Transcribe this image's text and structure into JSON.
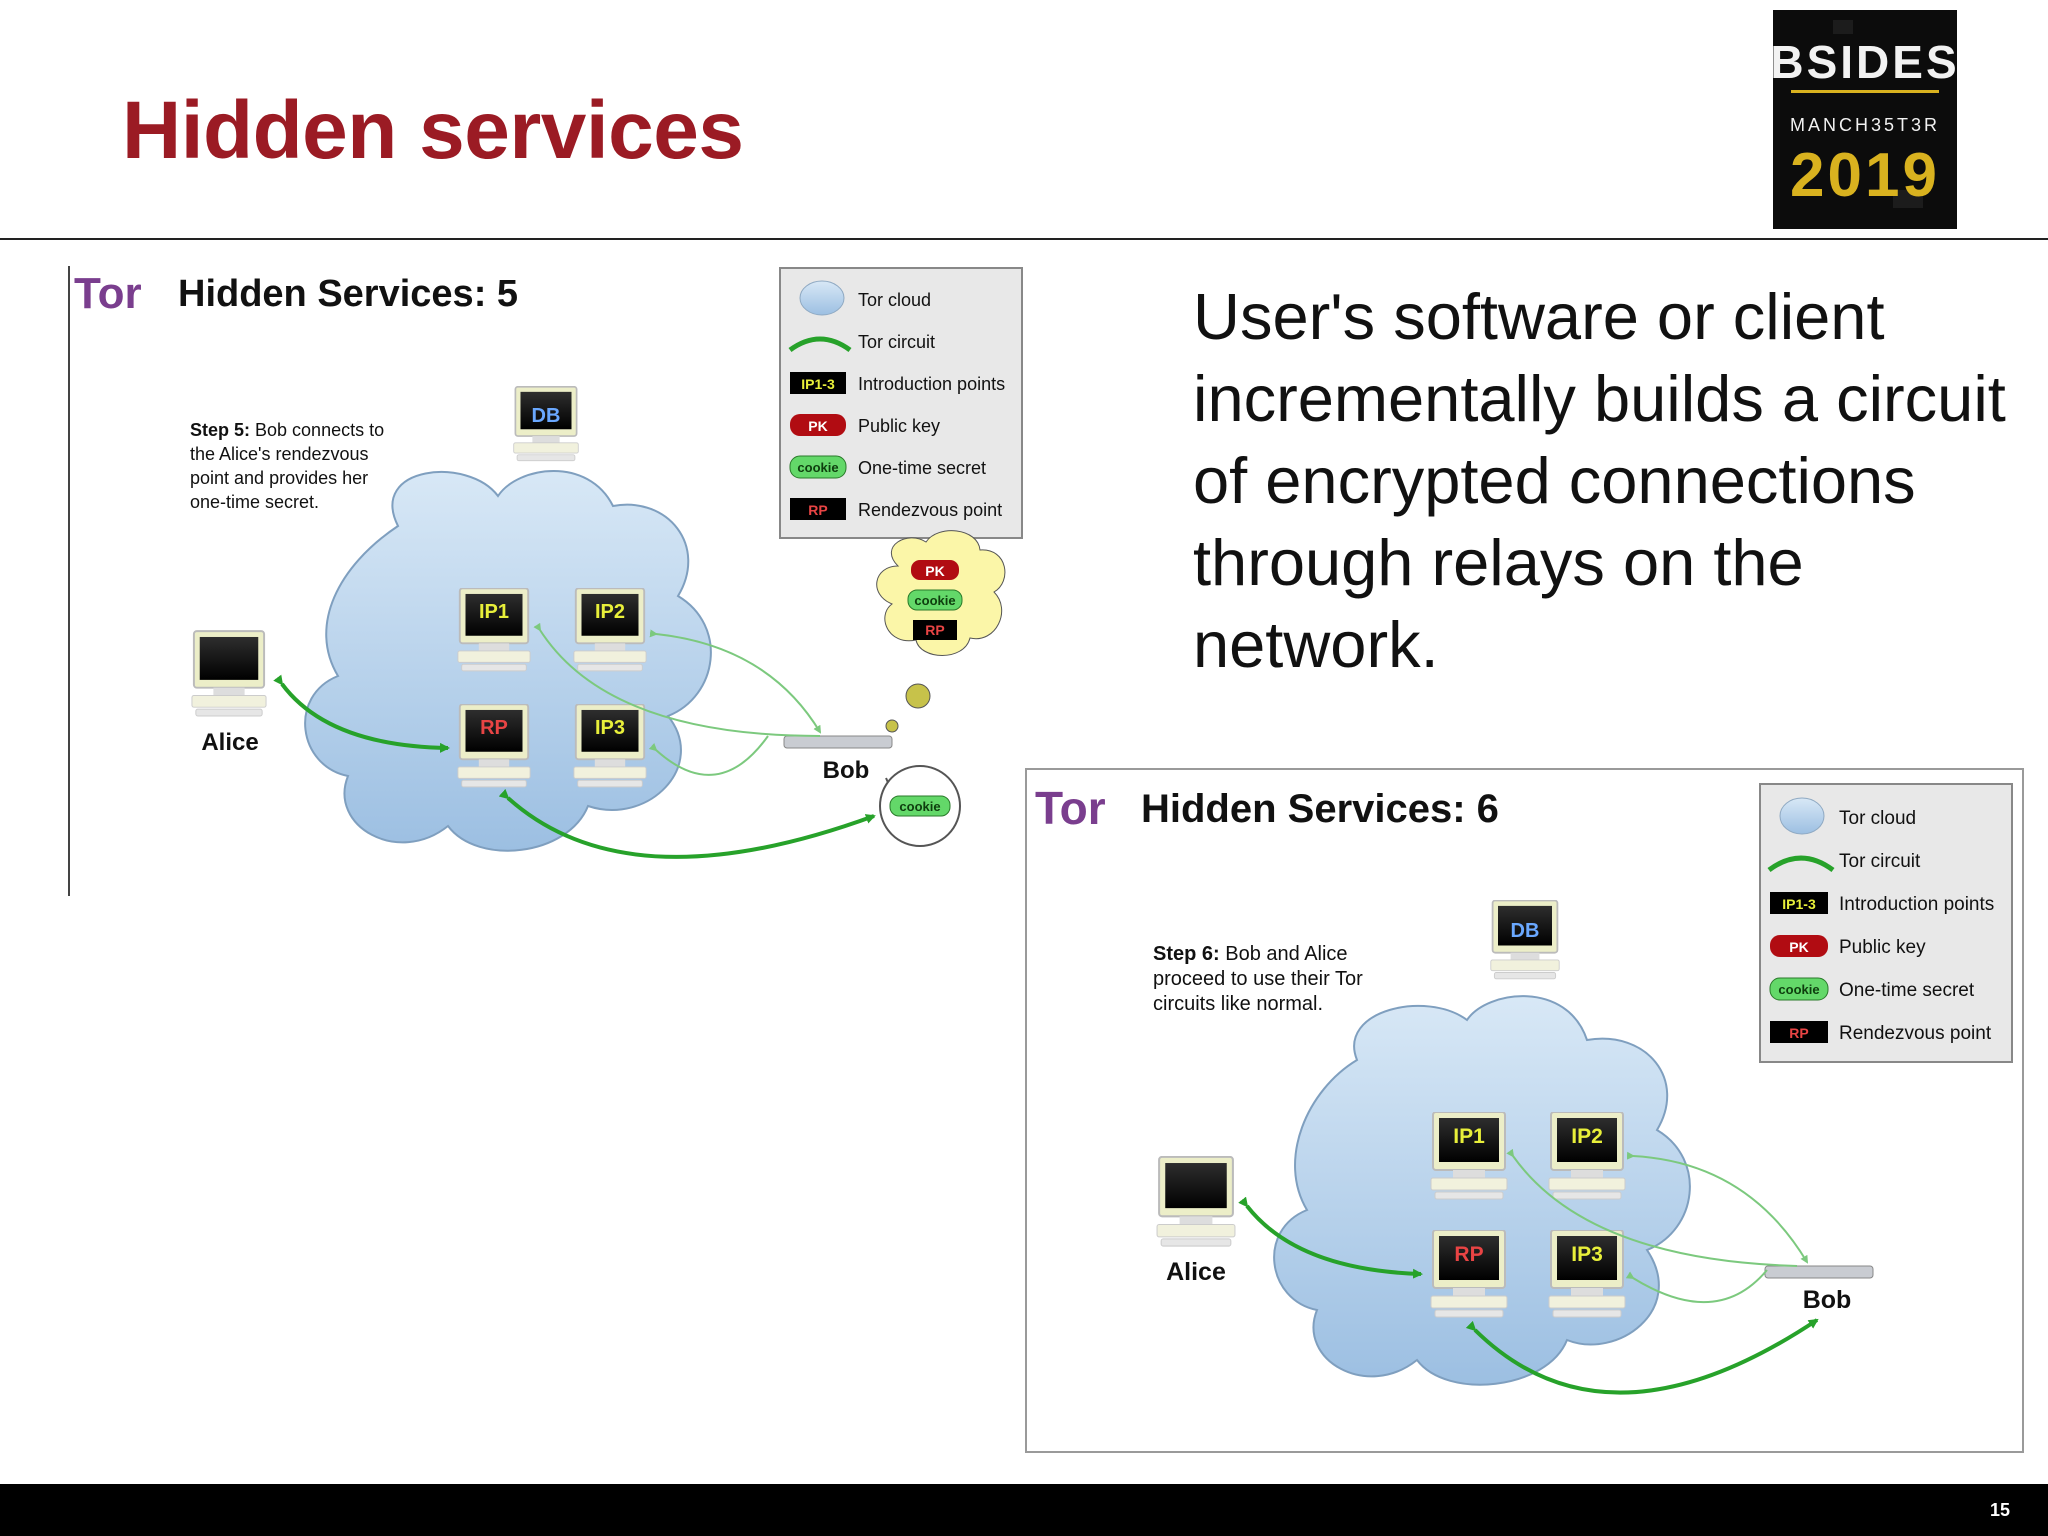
{
  "slide": {
    "title": "Hidden services",
    "body_text": "User's software or client incrementally builds a circuit of encrypted connections through relays on the network.",
    "page_number": "15"
  },
  "logo": {
    "line1": "BSIDES",
    "line2": "MANCH35T3R",
    "line3": "2019"
  },
  "figure5": {
    "title": "Hidden Services: 5",
    "logo_text": "Tor",
    "step_label": "Step 5:",
    "step_lines": [
      " Bob connects to",
      "the Alice's rendezvous",
      "point and provides her",
      "one-time secret."
    ],
    "nodes": {
      "db": "DB",
      "ip1": "IP1",
      "ip2": "IP2",
      "ip3": "IP3",
      "rp": "RP",
      "alice": "Alice",
      "bob": "Bob"
    },
    "bubble": {
      "pk": "PK",
      "cookie": "cookie",
      "rp": "RP",
      "bob_cookie": "cookie"
    }
  },
  "figure6": {
    "title": "Hidden Services: 6",
    "logo_text": "Tor",
    "step_label": "Step 6:",
    "step_lines": [
      " Bob and Alice",
      "proceed to use their Tor",
      "circuits like normal."
    ],
    "nodes": {
      "db": "DB",
      "ip1": "IP1",
      "ip2": "IP2",
      "ip3": "IP3",
      "rp": "RP",
      "alice": "Alice",
      "bob": "Bob"
    }
  },
  "legend": {
    "items": [
      {
        "badge": "",
        "label": "Tor cloud"
      },
      {
        "badge": "",
        "label": "Tor circuit"
      },
      {
        "badge": "IP1-3",
        "label": "Introduction points"
      },
      {
        "badge": "PK",
        "label": "Public key"
      },
      {
        "badge": "cookie",
        "label": "One-time secret"
      },
      {
        "badge": "RP",
        "label": "Rendezvous point"
      }
    ]
  },
  "colors": {
    "title": "#9b1b24",
    "circuit": "#27a22a",
    "cloud": "#bcd6ee",
    "pk": "#b10c12",
    "cookie": "#63d869",
    "ip_text": "#e8ef3a",
    "rp_text": "#e84444"
  }
}
